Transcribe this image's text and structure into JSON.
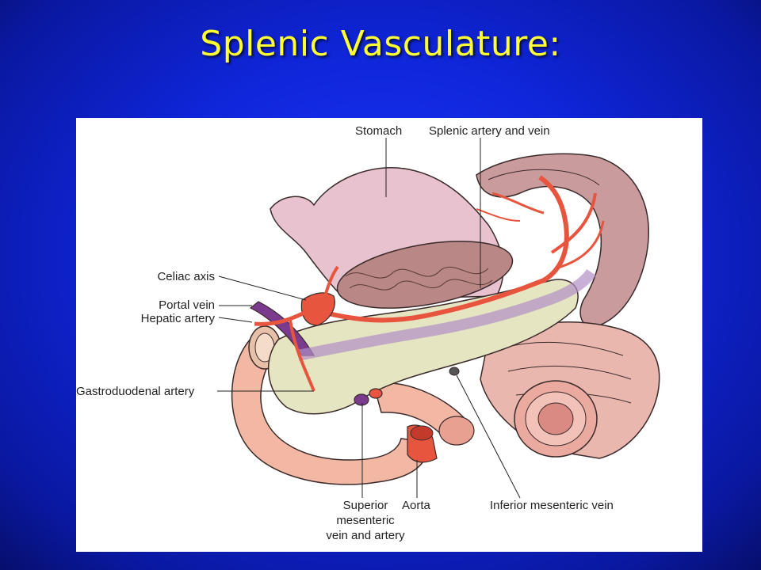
{
  "slide": {
    "title": "Splenic Vasculature:"
  },
  "diagram": {
    "labels": {
      "stomach": "Stomach",
      "splenic": "Splenic artery and vein",
      "celiac": "Celiac axis",
      "portal": "Portal vein",
      "hepatic": "Hepatic artery",
      "gastroduodenal": "Gastroduodenal artery",
      "sma_line1": "Superior",
      "sma_line2": "mesenteric",
      "sma_line3": "vein and artery",
      "aorta": "Aorta",
      "imv": "Inferior mesenteric  vein"
    }
  },
  "colors": {
    "background": "#0f25d8",
    "title": "#ffff33",
    "artery": "#e8553f",
    "vein": "#7a3a8e",
    "pancreas": "#e6e5c2",
    "stomach": "#e7c3cf",
    "spleen": "#c79a9c",
    "bowel": "#eaaaa0"
  }
}
